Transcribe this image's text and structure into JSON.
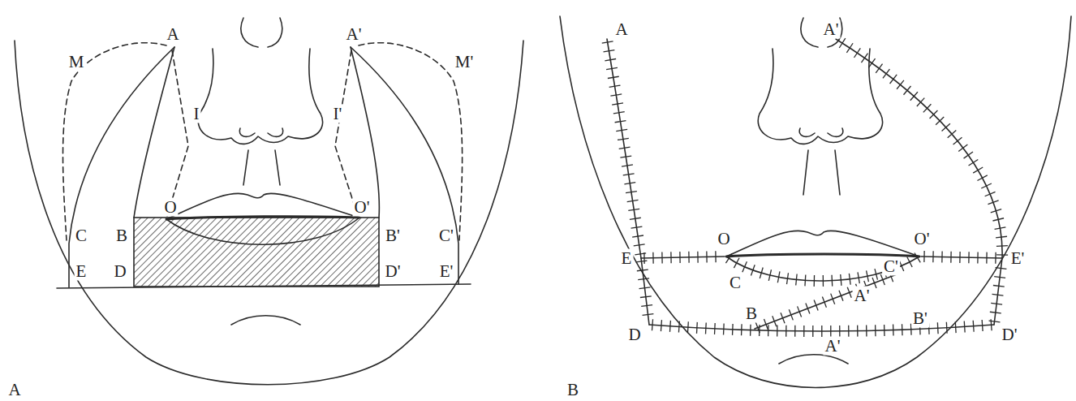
{
  "diagram": {
    "labels": [
      "A",
      "A'",
      "M",
      "M'",
      "I",
      "I'",
      "C",
      "B",
      "O",
      "O'",
      "B'",
      "C'",
      "E",
      "D",
      "D'",
      "E'",
      "A",
      "A",
      "A'",
      "O",
      "O'",
      "E",
      "E'",
      "C",
      "C'",
      "A'",
      "D",
      "B",
      "A'",
      "B'",
      "D'",
      "B"
    ]
  }
}
